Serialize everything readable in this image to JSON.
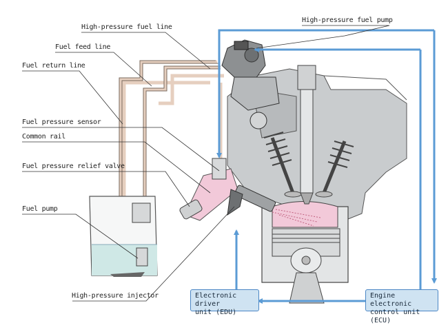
{
  "labels": {
    "hp_fuel_line": "High-pressure fuel line",
    "fuel_feed_line": "Fuel feed line",
    "fuel_return_line": "Fuel return line",
    "fuel_pressure_sensor": "Fuel pressure sensor",
    "common_rail": "Common rail",
    "relief_valve": "Fuel pressure relief valve",
    "fuel_pump": "Fuel pump",
    "hp_injector": "High-pressure injector",
    "hp_fuel_pump": "High-pressure fuel pump"
  },
  "boxes": {
    "edu": "Electronic driver\nunit (EDU)",
    "ecu": "Engine electronic\ncontrol unit (ECU)"
  },
  "colors": {
    "signal_blue": "#5b9bd5",
    "box_fill": "#cfe3f2",
    "box_border": "#4a86c5",
    "fuel_pink": "#f2c9d9",
    "fuel_line_tan": "#e6cfbf",
    "engine_gray": "#c9ccce",
    "fuel_liquid": "#cfe8e6"
  }
}
